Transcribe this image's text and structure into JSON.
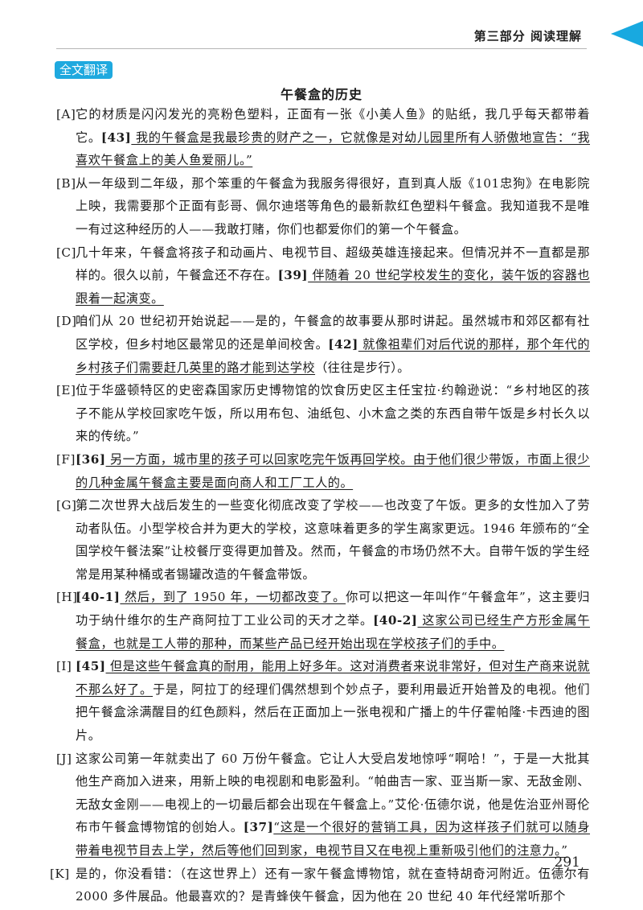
{
  "header": {
    "section": "第三部分  阅读理解",
    "badge": "全文翻译"
  },
  "title": "午餐盒的历史",
  "paragraphs": [
    {
      "label": "[A]",
      "segments": [
        {
          "text": "它的材质是闪闪发光的亮粉色塑料，正面有一张《小美人鱼》的贴纸，我几乎每天都带着它。"
        },
        {
          "text": "[43]",
          "tag": true
        },
        {
          "text": " 我的午餐盒是我最珍贵的财产之一，它就像是对幼儿园里所有人骄傲地宣告：“我喜欢午餐盒上的美人鱼爱丽儿。”",
          "ul": true
        }
      ]
    },
    {
      "label": "[B]",
      "segments": [
        {
          "text": "从一年级到二年级，那个笨重的午餐盒为我服务得很好，直到真人版《101忠狗》在电影院上映，我需要那个正面有彭哥、佩尔迪塔等角色的最新款红色塑料午餐盒。我知道我不是唯一有过这种经历的人——我敢打赌，你们也都爱你们的第一个午餐盒。"
        }
      ]
    },
    {
      "label": "[C]",
      "segments": [
        {
          "text": "几十年来，午餐盒将孩子和动画片、电视节目、超级英雄连接起来。但情况并不一直都是那样的。很久以前，午餐盒还不存在。"
        },
        {
          "text": "[39]",
          "tag": true
        },
        {
          "text": " 伴随着 20 世纪学校发生的变化，装午饭的容器也跟着一起演变。",
          "ul": true
        }
      ]
    },
    {
      "label": "[D]",
      "segments": [
        {
          "text": "咱们从 20 世纪初开始说起——是的，午餐盒的故事要从那时讲起。虽然城市和郊区都有社区学校，但乡村地区最常见的还是单间校舍。"
        },
        {
          "text": "[42]",
          "tag": true
        },
        {
          "text": " 就像祖辈们对后代说的那样，那个年代的乡村孩子们需要赶几英里的路才能到达学校",
          "ul": true
        },
        {
          "text": "（往往是步行）。"
        }
      ]
    },
    {
      "label": "[E]",
      "segments": [
        {
          "text": "位于华盛顿特区的史密森国家历史博物馆的饮食历史区主任宝拉·约翰逊说：“乡村地区的孩子不能从学校回家吃午饭，所以用布包、油纸包、小木盒之类的东西自带午饭是乡村长久以来的传统。”"
        }
      ]
    },
    {
      "label": "[F]",
      "segments": [
        {
          "text": "[36]",
          "tag": true
        },
        {
          "text": " 另一方面，城市里的孩子可以回家吃完午饭再回学校。由于他们很少带饭，市面上很少的几种金属午餐盒主要是面向商人和工厂工人的。",
          "ul": true
        }
      ]
    },
    {
      "label": "[G]",
      "segments": [
        {
          "text": "第二次世界大战后发生的一些变化彻底改变了学校——也改变了午饭。更多的女性加入了劳动者队伍。小型学校合并为更大的学校，这意味着更多的学生离家更远。1946 年颁布的“全国学校午餐法案”让校餐厅变得更加普及。然而，午餐盒的市场仍然不大。自带午饭的学生经常是用某种桶或者锡罐改造的午餐盒带饭。"
        }
      ]
    },
    {
      "label": "[H]",
      "segments": [
        {
          "text": "[40-1]",
          "tag": true
        },
        {
          "text": " 然后，到了 1950 年，一切都改变了。",
          "ul": true
        },
        {
          "text": "你可以把这一年叫作“午餐盒年”，这主要归功于纳什维尔的生产商阿拉丁工业公司的天才之举。"
        },
        {
          "text": "[40-2]",
          "tag": true
        },
        {
          "text": " 这家公司已经生产方形金属午餐盒，也就是工人带的那种，而某些产品已经开始出现在学校孩子们的手中。",
          "ul": true
        }
      ]
    },
    {
      "label": "[I]",
      "segments": [
        {
          "text": "[45]",
          "tag": true
        },
        {
          "text": " 但是这些午餐盒真的耐用，能用上好多年。这对消费者来说非常好，但对生产商来说就不那么好了。",
          "ul": true
        },
        {
          "text": "于是，阿拉丁的经理们偶然想到个妙点子，要利用最近开始普及的电视。他们把午餐盒涂满醒目的红色颜料，然后在正面加上一张电视和广播上的牛仔霍帕隆·卡西迪的图片。"
        }
      ]
    },
    {
      "label": "[J]",
      "segments": [
        {
          "text": "这家公司第一年就卖出了 60 万份午餐盒。它让人大受启发地惊呼“啊哈！”，于是一大批其他生产商加入进来，用新上映的电视剧和电影盈利。“帕曲吉一家、亚当斯一家、无敌金刚、无敌女金刚——电视上的一切最后都会出现在午餐盒上。”艾伦·伍德尔说，他是佐治亚州哥伦布市午餐盒博物馆的创始人。"
        },
        {
          "text": "[37]",
          "tag": true
        },
        {
          "text": "“这是一个很好的营销工具，因为这样孩子们就可以随身带着电视节目去上学，然后等他们回到家，电视节目又在电视上重新吸引他们的注意力。”",
          "ul": true
        }
      ]
    },
    {
      "label": "[K]",
      "segments": [
        {
          "text": "是的，你没看错：（在这世界上）还有一家午餐盒博物馆，就在查特胡奇河附近。伍德尔有 2000 多件展品。他最喜欢的？是青蜂侠午餐盒，因为他在 20 世纪 40 年代经常听那个"
        }
      ]
    }
  ],
  "page_number": "291"
}
